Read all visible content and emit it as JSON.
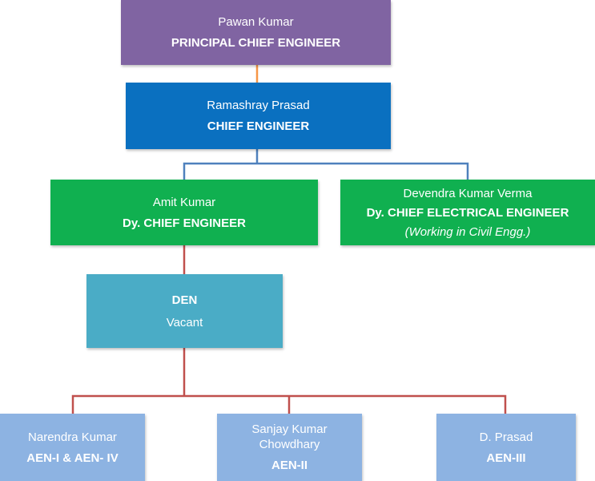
{
  "org_chart": {
    "principal_chief_engineer": {
      "name": "Pawan Kumar",
      "title": "PRINCIPAL CHIEF ENGINEER"
    },
    "chief_engineer": {
      "name": "Ramashray Prasad",
      "title": "CHIEF ENGINEER"
    },
    "dy_chief_engineer": {
      "name": "Amit Kumar",
      "title": "Dy. CHIEF ENGINEER"
    },
    "dy_chief_electrical_engineer": {
      "name": "Devendra Kumar Verma",
      "title": "Dy. CHIEF ELECTRICAL ENGINEER",
      "note": "(Working in Civil Engg.)"
    },
    "den": {
      "title": "DEN",
      "name": "Vacant"
    },
    "aen_1_4": {
      "name": "Narendra Kumar",
      "title": "AEN-I & AEN- IV"
    },
    "aen_2": {
      "name_line1": "Sanjay Kumar",
      "name_line2": "Chowdhary",
      "title": "AEN-II"
    },
    "aen_3": {
      "name": "D. Prasad",
      "title": "AEN-III"
    }
  },
  "colors": {
    "purple_box": "#8064a2",
    "blue_box": "#0a70c0",
    "green_box": "#10b050",
    "teal_box": "#4aacc6",
    "light_blue_box": "#8db3e2",
    "orange_connector": "#f79646",
    "blue_connector": "#4f81bd",
    "red_connector": "#c0504d"
  }
}
